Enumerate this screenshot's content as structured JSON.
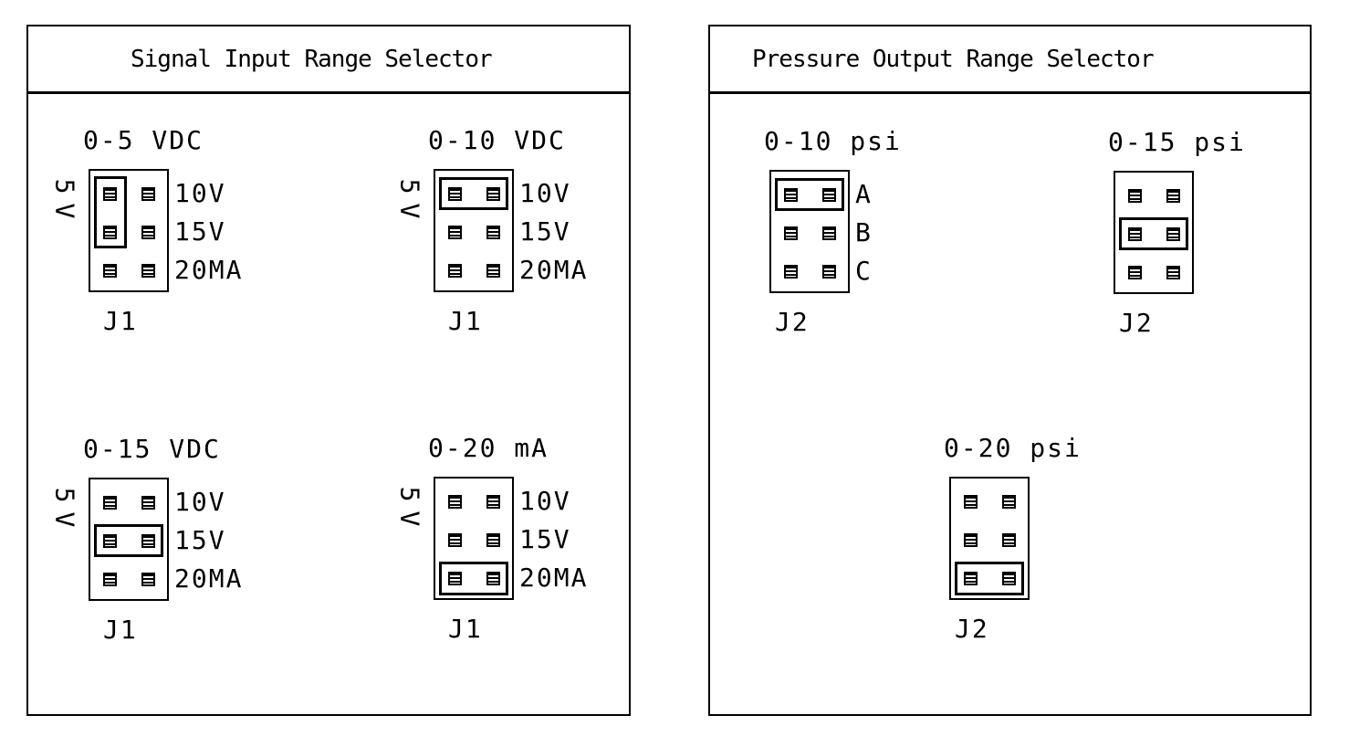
{
  "panels": [
    {
      "title": "Signal Input Range Selector",
      "diagrams": [
        {
          "title": "0-5 VDC",
          "connector": "J1",
          "side_label": "5V",
          "row_labels": [
            "10V",
            "15V",
            "20MA"
          ],
          "jumper": "left-column-vertical"
        },
        {
          "title": "0-10 VDC",
          "connector": "J1",
          "side_label": "5V",
          "row_labels": [
            "10V",
            "15V",
            "20MA"
          ],
          "jumper": "top-row"
        },
        {
          "title": "0-15 VDC",
          "connector": "J1",
          "side_label": "5V",
          "row_labels": [
            "10V",
            "15V",
            "20MA"
          ],
          "jumper": "middle-row"
        },
        {
          "title": "0-20 mA",
          "connector": "J1",
          "side_label": "5V",
          "row_labels": [
            "10V",
            "15V",
            "20MA"
          ],
          "jumper": "bottom-row"
        }
      ]
    },
    {
      "title": "Pressure Output Range Selector",
      "diagrams": [
        {
          "title": "0-10 psi",
          "connector": "J2",
          "row_labels": [
            "A",
            "B",
            "C"
          ],
          "jumper": "top-row"
        },
        {
          "title": "0-15 psi",
          "connector": "J2",
          "jumper": "middle-row"
        },
        {
          "title": "0-20 psi",
          "connector": "J2",
          "jumper": "bottom-row"
        }
      ]
    }
  ]
}
